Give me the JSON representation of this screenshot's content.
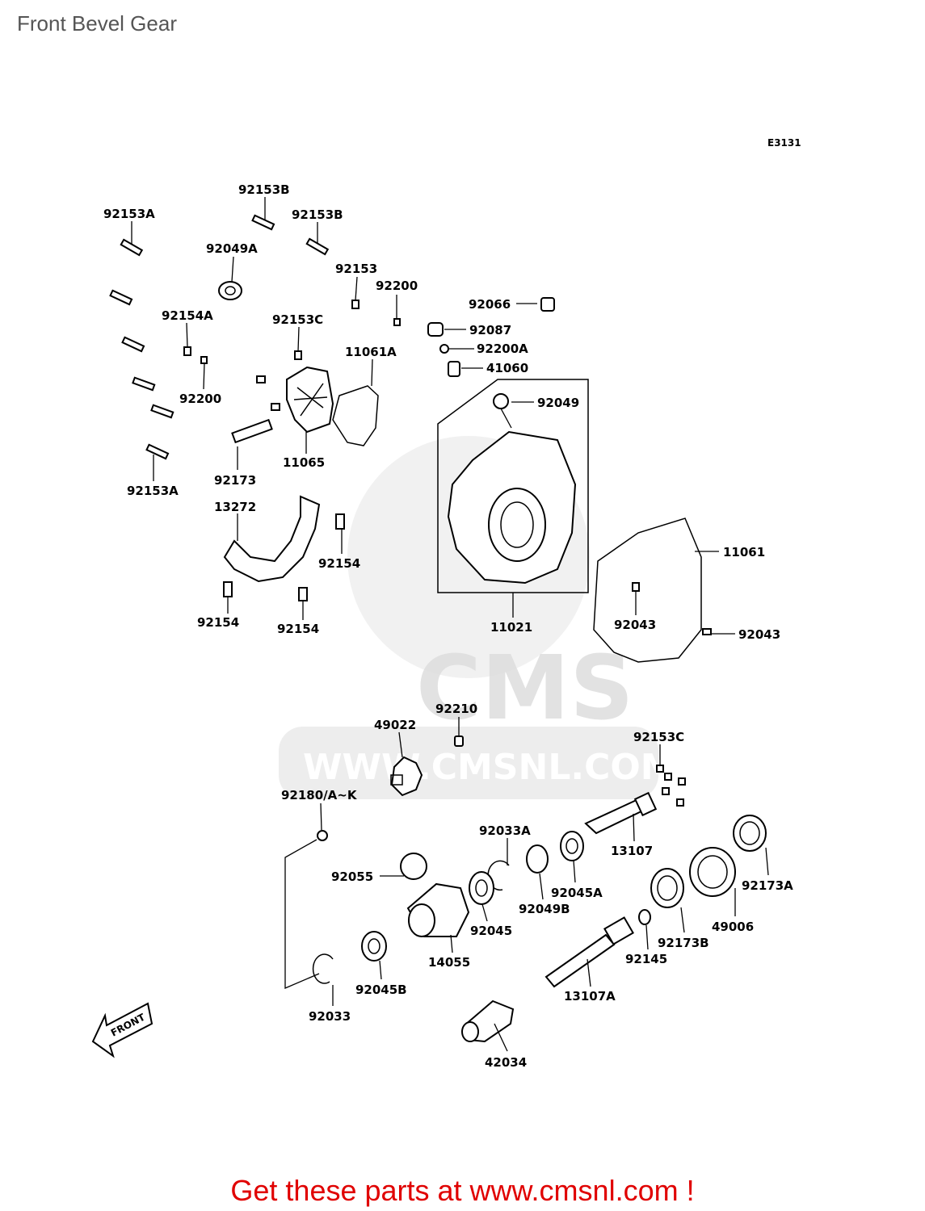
{
  "page": {
    "title": "Front Bevel Gear",
    "diagram_code": "E3131",
    "watermark_logo": "CMS",
    "watermark_url": "WWW.CMSNL.COM",
    "front_arrow": "FRONT",
    "promo": "Get these parts at www.cmsnl.com !"
  },
  "labels": {
    "l92153B_top": "92153B",
    "l92153A_top": "92153A",
    "l92153B_mid": "92153B",
    "l92049A": "92049A",
    "l92153": "92153",
    "l92200_top": "92200",
    "l92066": "92066",
    "l92087": "92087",
    "l92200A": "92200A",
    "l41060": "41060",
    "l92154A": "92154A",
    "l92153C_top": "92153C",
    "l11061A": "11061A",
    "l92049": "92049",
    "l92200_left": "92200",
    "l11065": "11065",
    "l92173": "92173",
    "l92153A_bot": "92153A",
    "l13272": "13272",
    "l92154_a": "92154",
    "l11061": "11061",
    "l92154_b": "92154",
    "l92154_c": "92154",
    "l11021": "11021",
    "l92043_a": "92043",
    "l92043_b": "92043",
    "l92210": "92210",
    "l49022": "49022",
    "l92153C_bot": "92153C",
    "l92180": "92180/A~K",
    "l92033A": "92033A",
    "l13107": "13107",
    "l92055": "92055",
    "l92045A": "92045A",
    "l92173A": "92173A",
    "l92049B": "92049B",
    "l92045": "92045",
    "l49006": "49006",
    "l92173B": "92173B",
    "l14055": "14055",
    "l92145": "92145",
    "l92045B": "92045B",
    "l13107A": "13107A",
    "l92033": "92033",
    "l42034": "42034"
  }
}
